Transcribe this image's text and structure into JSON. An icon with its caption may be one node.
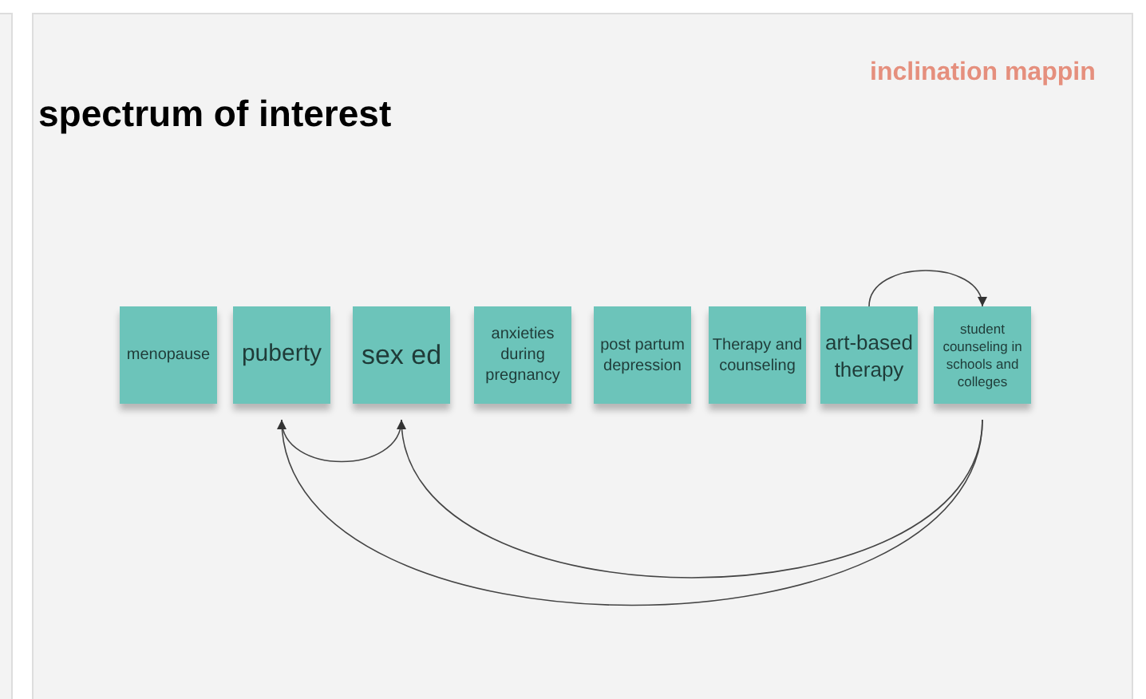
{
  "diagram": {
    "title": "spectrum of interest",
    "nodes": [
      {
        "text": [
          "menopause"
        ]
      },
      {
        "text": [
          "puberty"
        ]
      },
      {
        "text": [
          "sex ed"
        ]
      },
      {
        "text": [
          "anxieties during pregnancy"
        ]
      },
      {
        "text": [
          "post partum depression"
        ]
      },
      {
        "text": [
          "Therapy and counseling"
        ]
      },
      {
        "text": [
          "art-based therapy"
        ]
      },
      {
        "text": [
          "student counseling in schools and colleges"
        ]
      }
    ],
    "edges": [
      {
        "from": 6,
        "to": 7,
        "arrow": "to"
      },
      {
        "from": 1,
        "to": 2,
        "arrow": "none"
      },
      {
        "from": 7,
        "to": 2,
        "arrow": "to"
      },
      {
        "from": 7,
        "to": 1,
        "arrow": "to"
      }
    ],
    "labels": [
      "inclination mappin"
    ]
  }
}
